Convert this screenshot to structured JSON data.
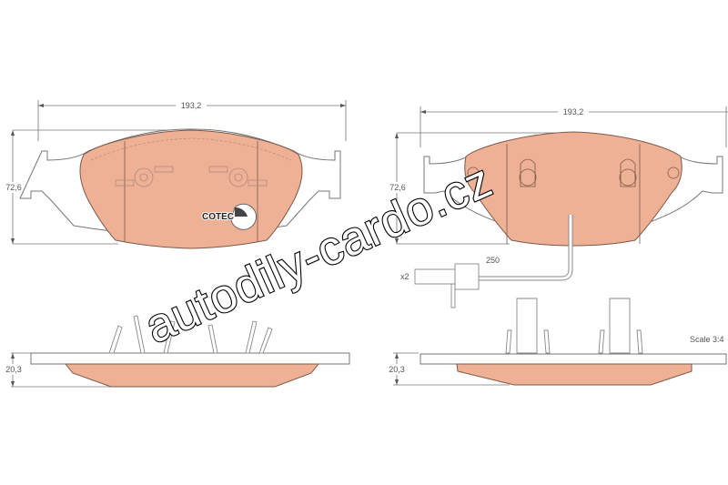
{
  "dimensions": {
    "width_left": "193,2",
    "width_right": "193,2",
    "height_left": "72,6",
    "height_right": "72,6",
    "thickness_left": "20,3",
    "thickness_right": "20,3",
    "sensor_length": "250",
    "sensor_count": "x2"
  },
  "scale_label": "Scale 3:4",
  "logo_text": "COTEC",
  "watermark": "autodily-cardo.cz",
  "colors": {
    "pad": "#efb195",
    "line": "#777777"
  }
}
